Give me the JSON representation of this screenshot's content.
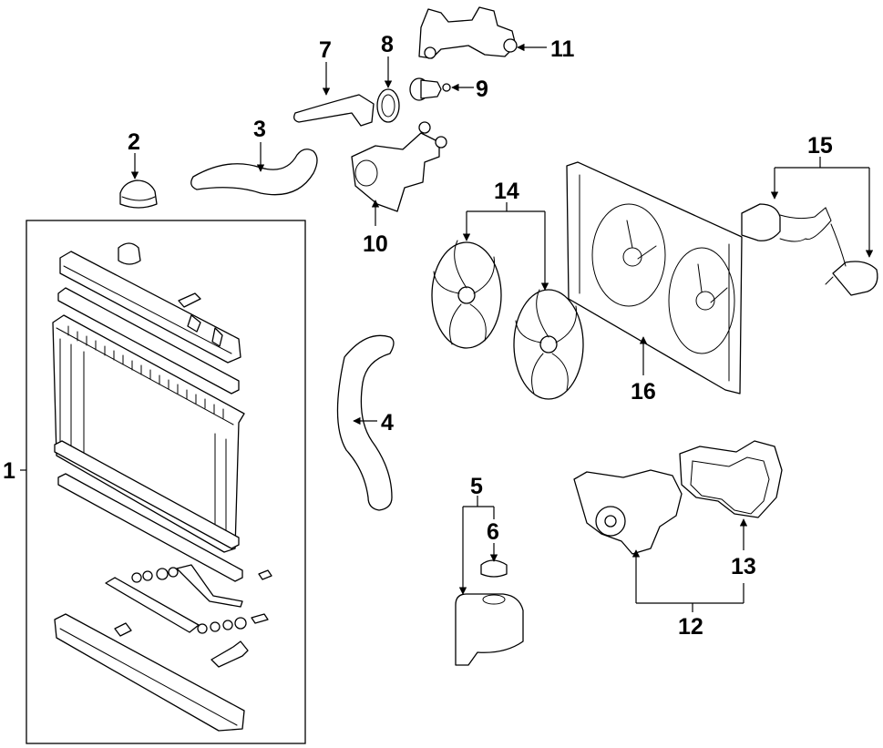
{
  "callouts": {
    "c1": "1",
    "c2": "2",
    "c3": "3",
    "c4": "4",
    "c5": "5",
    "c6": "6",
    "c7": "7",
    "c8": "8",
    "c9": "9",
    "c10": "10",
    "c11": "11",
    "c12": "12",
    "c13": "13",
    "c14": "14",
    "c15": "15",
    "c16": "16"
  },
  "colors": {
    "line": "#000000",
    "background": "#ffffff"
  }
}
